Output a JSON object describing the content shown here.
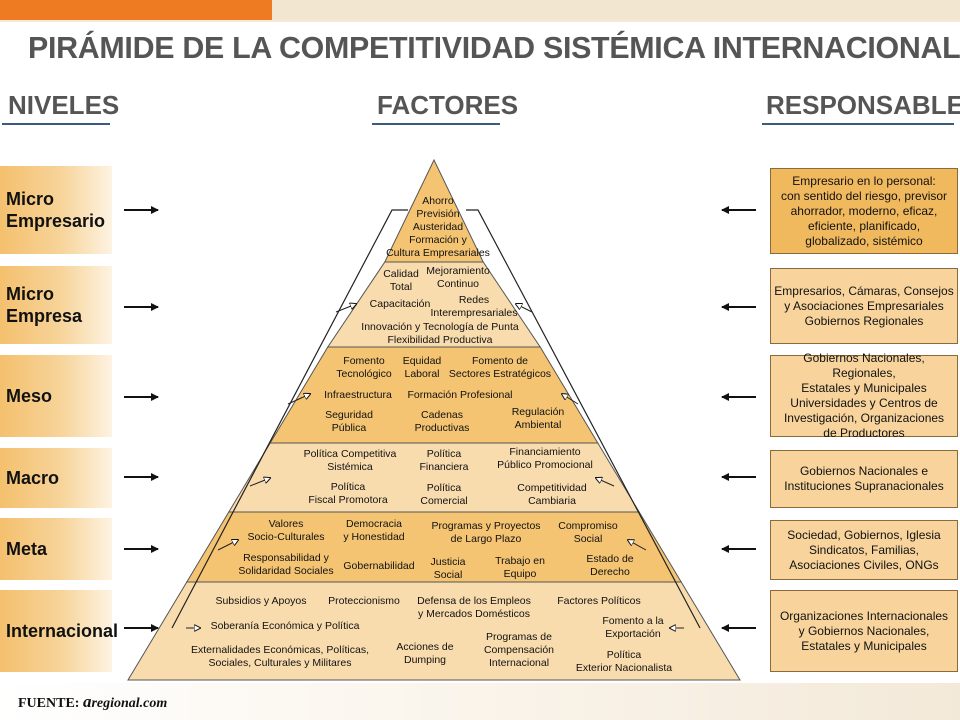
{
  "title": "PIRÁMIDE DE LA COMPETITIVIDAD SISTÉMICA INTERNACIONAL",
  "headers": {
    "levels": "NIVELES",
    "factors": "FACTORES",
    "responsibles": "RESPONSABLES"
  },
  "levels": [
    "Micro\nEmpresario",
    "Micro\nEmpresa",
    "Meso",
    "Macro",
    "Meta",
    "Internacional"
  ],
  "factors": {
    "micro_empresario": [
      "Ahorro\nPrevisión\nAusteridad\nFormación y\nCultura Empresariales"
    ],
    "micro_empresa": [
      "Calidad\nTotal",
      "Mejoramiento\nContinuo",
      "Capacitación",
      "Redes\nInterempresariales",
      "Innovación y Tecnología de Punta\nFlexibilidad Productiva"
    ],
    "meso": [
      "Fomento\nTecnológico",
      "Equidad\nLaboral",
      "Fomento de\nSectores Estratégicos",
      "Infraestructura",
      "Formación Profesional",
      "Seguridad\nPública",
      "Cadenas\nProductivas",
      "Regulación\nAmbiental"
    ],
    "macro": [
      "Política Competitiva\nSistémica",
      "Política\nFinanciera",
      "Financiamiento\nPúblico Promocional",
      "Política\nFiscal Promotora",
      "Política\nComercial",
      "Competitividad\nCambiaria"
    ],
    "meta": [
      "Valores\nSocio-Culturales",
      "Democracia\ny Honestidad",
      "Programas y Proyectos\nde Largo Plazo",
      "Compromiso\nSocial",
      "Responsabilidad y\nSolidaridad Sociales",
      "Gobernabilidad",
      "Justicia\nSocial",
      "Trabajo en\nEquipo",
      "Estado de\nDerecho"
    ],
    "internacional": [
      "Subsidios y Apoyos",
      "Proteccionismo",
      "Defensa de los Empleos\ny Mercados Domésticos",
      "Factores Políticos",
      "Soberanía Económica y Política",
      "Fomento a la\nExportación",
      "Externalidades Económicas, Políticas,\nSociales, Culturales y Militares",
      "Acciones de\nDumping",
      "Programas de\nCompensación\nInternacional",
      "Política\nExterior Nacionalista"
    ]
  },
  "responsibles": [
    "Empresario en lo personal:\ncon sentido del riesgo, previsor\nahorrador, moderno, eficaz,\neficiente, planificado,\nglobalizado, sistémico",
    "Empresarios, Cámaras, Consejos\ny Asociaciones Empresariales\nGobiernos Regionales",
    "Gobiernos Nacionales, Regionales,\nEstatales y Municipales\nUniversidades y Centros de\nInvestigación, Organizaciones\nde Productores",
    "Gobiernos Nacionales e\nInstituciones Supranacionales",
    "Sociedad, Gobiernos, Iglesia\nSindicatos, Familias,\nAsociaciones Civiles, ONGs",
    "Organizaciones Internacionales\ny Gobiernos Nacionales,\nEstatales y Municipales"
  ],
  "source": {
    "label": "FUENTE:",
    "letter": "a",
    "site": "regional.com"
  },
  "colors": {
    "accent_orange": "#ee7a22",
    "band_dark": "#f4c472",
    "band_light": "#f9dcae",
    "resp_dark": "#f1b95e",
    "resp_light": "#f8d49c"
  }
}
